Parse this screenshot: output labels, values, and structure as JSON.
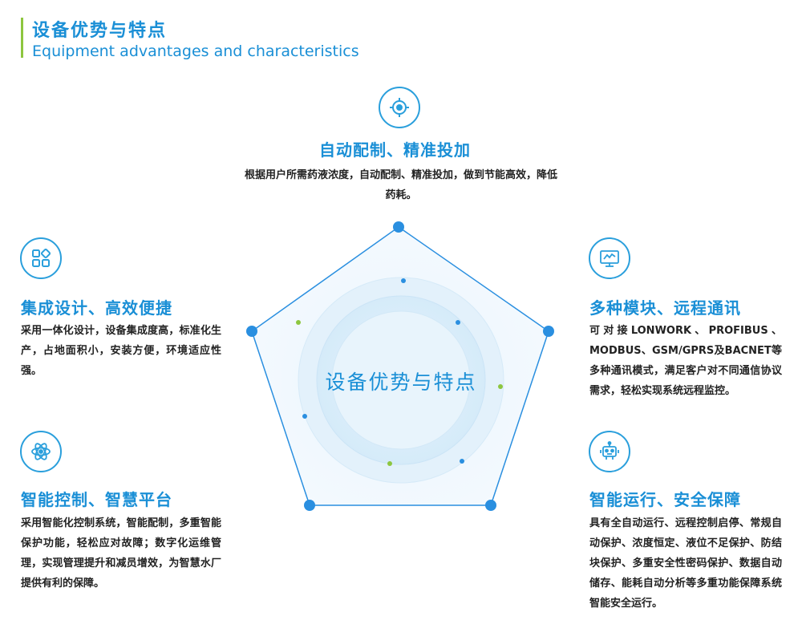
{
  "header": {
    "title_cn": "设备优势与特点",
    "title_en": "Equipment advantages and characteristics"
  },
  "center": {
    "label": "设备优势与特点"
  },
  "features": {
    "top": {
      "icon": "crosshair-icon",
      "title": "自动配制、精准投加",
      "desc": "根据用户所需药液浓度，自动配制、精准投加，做到节能高效，降低药耗。"
    },
    "left_upper": {
      "icon": "blocks-icon",
      "title": "集成设计、高效便捷",
      "desc": "采用一体化设计，设备集成度高，标准化生产，占地面积小，安装方便，环境适应性强。"
    },
    "left_lower": {
      "icon": "atom-icon",
      "title": "智能控制、智慧平台",
      "desc": "采用智能化控制系统，智能配制，多重智能保护功能，轻松应对故障；数字化运维管理，实现管理提升和减员增效，为智慧水厂提供有利的保障。"
    },
    "right_upper": {
      "icon": "monitor-icon",
      "title": "多种模块、远程通讯",
      "desc": "可对接LONWORK、PROFIBUS、MODBUS、GSM/GPRS及BACNET等多种通讯模式，满足客户对不同通信协议需求，轻松实现系统远程监控。"
    },
    "right_lower": {
      "icon": "robot-icon",
      "title": "智能运行、安全保障",
      "desc": "具有全自动运行、远程控制启停、常规自动保护、浓度恒定、液位不足保护、防结块保护、多重安全性密码保护、数据自动储存、能耗自动分析等多重功能保障系统智能安全运行。"
    }
  },
  "colors": {
    "accent": "#1a8fd6",
    "accent_dot": "#2a8fe0",
    "green": "#8dc63f",
    "text": "#222222"
  }
}
